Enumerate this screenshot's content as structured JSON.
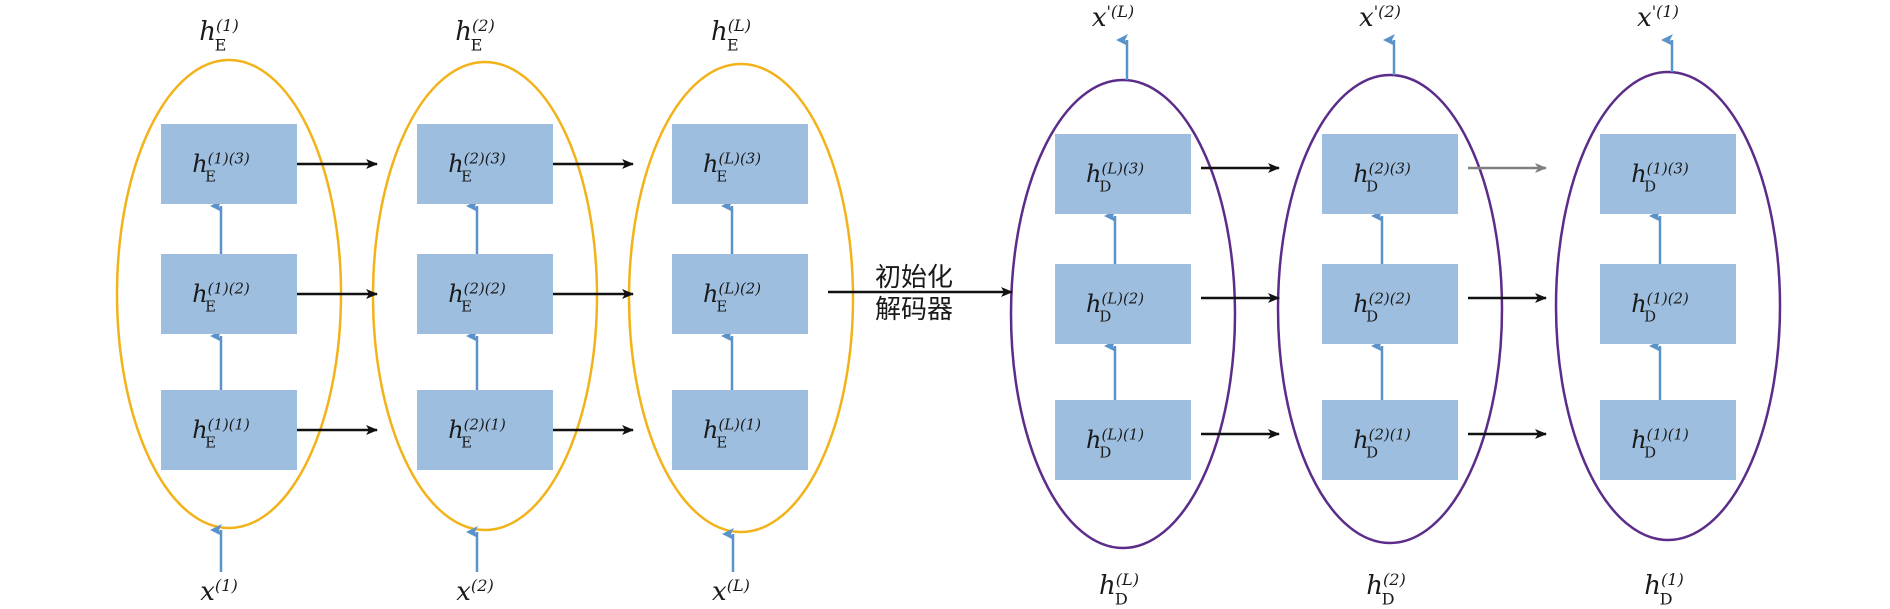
{
  "colors": {
    "encoder_ellipse": "#F2B31A",
    "decoder_ellipse": "#5B2C8A",
    "box_fill": "#9DBEDF",
    "blue_arrow": "#5A93C9",
    "black_arrow": "#111111",
    "gray_arrow": "#808080"
  },
  "bridge_text": [
    "初始化",
    "解码器"
  ],
  "encoder": [
    {
      "top": {
        "h": "h",
        "sub": "E",
        "sup": "(1)"
      },
      "bottom": {
        "x": "x",
        "sup": "(1)"
      },
      "boxes": [
        {
          "h": "h",
          "sup": "(1)(3)",
          "sub": "E"
        },
        {
          "h": "h",
          "sup": "(1)(2)",
          "sub": "E"
        },
        {
          "h": "h",
          "sup": "(1)(1)",
          "sub": "E"
        }
      ]
    },
    {
      "top": {
        "h": "h",
        "sub": "E",
        "sup": "(2)"
      },
      "bottom": {
        "x": "x",
        "sup": "(2)"
      },
      "boxes": [
        {
          "h": "h",
          "sup": "(2)(3)",
          "sub": "E"
        },
        {
          "h": "h",
          "sup": "(2)(2)",
          "sub": "E"
        },
        {
          "h": "h",
          "sup": "(2)(1)",
          "sub": "E"
        }
      ]
    },
    {
      "top": {
        "h": "h",
        "sub": "E",
        "sup": "(L)"
      },
      "bottom": {
        "x": "x",
        "sup": "(L)"
      },
      "boxes": [
        {
          "h": "h",
          "sup": "(L)(3)",
          "sub": "E"
        },
        {
          "h": "h",
          "sup": "(L)(2)",
          "sub": "E"
        },
        {
          "h": "h",
          "sup": "(L)(1)",
          "sub": "E"
        }
      ]
    }
  ],
  "decoder": [
    {
      "top": {
        "x": "x",
        "sup": "'(L)"
      },
      "bottom": {
        "h": "h",
        "sub": "D",
        "sup": "(L)"
      },
      "boxes": [
        {
          "h": "h",
          "sup": "(L)(3)",
          "sub": "D"
        },
        {
          "h": "h",
          "sup": "(L)(2)",
          "sub": "D"
        },
        {
          "h": "h",
          "sup": "(L)(1)",
          "sub": "D"
        }
      ]
    },
    {
      "top": {
        "x": "x",
        "sup": "'(2)"
      },
      "bottom": {
        "h": "h",
        "sub": "D",
        "sup": "(2)"
      },
      "boxes": [
        {
          "h": "h",
          "sup": "(2)(3)",
          "sub": "D"
        },
        {
          "h": "h",
          "sup": "(2)(2)",
          "sub": "D"
        },
        {
          "h": "h",
          "sup": "(2)(1)",
          "sub": "D"
        }
      ]
    },
    {
      "top": {
        "x": "x",
        "sup": "'(1)"
      },
      "bottom": {
        "h": "h",
        "sub": "D",
        "sup": "(1)"
      },
      "boxes": [
        {
          "h": "h",
          "sup": "(1)(3)",
          "sub": "D"
        },
        {
          "h": "h",
          "sup": "(1)(2)",
          "sub": "D"
        },
        {
          "h": "h",
          "sup": "(1)(1)",
          "sub": "D"
        }
      ]
    }
  ]
}
